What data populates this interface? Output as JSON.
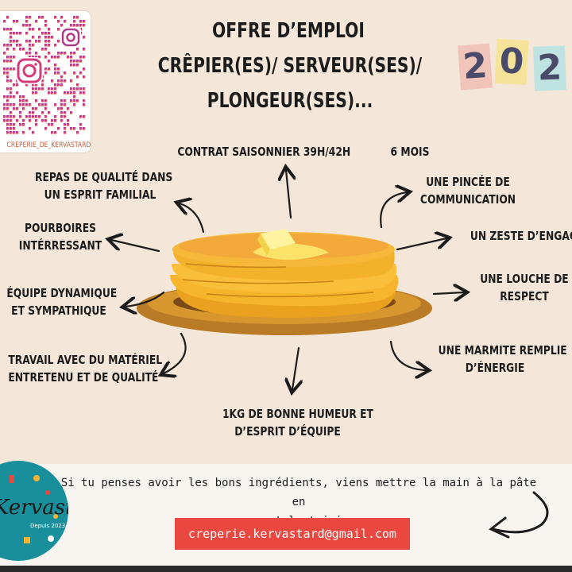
{
  "title": {
    "line1": "OFFRE D’EMPLOI",
    "line2": "CRÊPIER(ES)/ SERVEUR(SES)/",
    "line3": "PLONGEUR(SES)..."
  },
  "year_visible": [
    "2",
    "0",
    "2"
  ],
  "instagram_handle": "CREPERIE_DE_KERVASTARD",
  "labels": {
    "contract": "CONTRAT SAISONNIER 39H/42H",
    "duration": "6 MOIS",
    "meals": [
      "REPAS DE QUALITÉ DANS",
      "UN ESPRIT FAMILIAL"
    ],
    "tips": [
      "POURBOIRES",
      "INTÉRRESSANT"
    ],
    "team": [
      "ÉQUIPE DYNAMIQUE",
      "ET SYMPATHIQUE"
    ],
    "equipment": [
      "TRAVAIL AVEC DU MATÉRIEL",
      "ENTRETENU ET DE QUALITÉ"
    ],
    "mood": [
      "1KG DE BONNE HUMEUR ET",
      "D’ESPRIT D’ÉQUIPE"
    ],
    "communication": [
      "UNE PINCÉE DE",
      "COMMUNICATION"
    ],
    "commitment": "UN ZESTE D’ENGAGE",
    "respect": [
      "UNE LOUCHE DE",
      "RESPECT"
    ],
    "energy": [
      "UNE MARMITE REMPLIE",
      "D’ÉNERGIE"
    ]
  },
  "cta": {
    "line1": "Si tu penses avoir les bons ingrédients, viens mettre la main à la pâte en",
    "line2": "postulant ici"
  },
  "email": "creperie.kervastard@gmail.com",
  "logo": {
    "name": "Kervastard",
    "since": "Depuis 2023"
  },
  "colors": {
    "background": "#f4e7d9",
    "email_box": "#e9473f",
    "crepe": "#f4b433",
    "plate": "#c98a2e",
    "logo": "#1a8f9c"
  }
}
